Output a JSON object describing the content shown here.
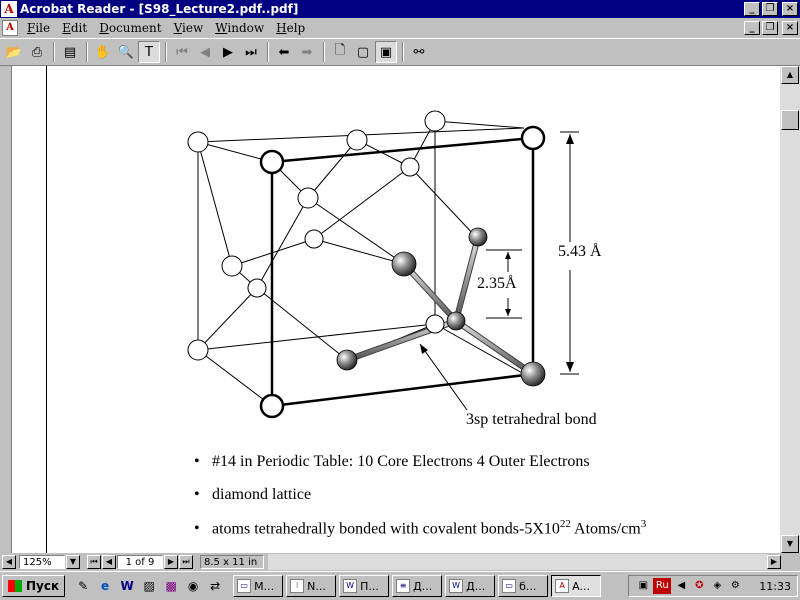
{
  "window": {
    "title": "Acrobat Reader - [S98_Lecture2.pdf..pdf]",
    "app_icon": "acrobat-icon"
  },
  "menu": {
    "items": [
      "File",
      "Edit",
      "Document",
      "View",
      "Window",
      "Help"
    ]
  },
  "toolbar": {
    "icons": [
      "open-icon",
      "print-icon",
      "bookmark-view-icon",
      "hand-tool-icon",
      "zoom-tool-icon",
      "text-select-icon",
      "first-page-icon",
      "previous-page-icon",
      "next-page-icon",
      "last-page-icon",
      "go-back-icon",
      "go-forward-icon",
      "actual-size-icon",
      "fit-page-icon",
      "fit-width-icon",
      "find-icon"
    ]
  },
  "figure": {
    "dimension_label": "5.43 Å",
    "bond_length_label": "2.35Å",
    "bond_caption": "3sp tetrahedral bond"
  },
  "bullets": {
    "b1": "#14 in Periodic Table: 10 Core Electrons 4 Outer Electrons",
    "b2": "diamond lattice",
    "b3_text": "atoms tetrahedrally bonded with covalent bonds-5X10",
    "b3_exp": "22",
    "b3_unit": " Atoms/cm",
    "b3_unit_exp": "3"
  },
  "status": {
    "zoom": "125%",
    "page": "1 of 9",
    "page_size": "8.5 x 11 in"
  },
  "taskbar": {
    "start_label": "Пуск",
    "tasks": [
      {
        "label": "M...",
        "icon": "folder-icon"
      },
      {
        "label": "N...",
        "icon": "traffic-light-icon"
      },
      {
        "label": "П...",
        "icon": "word-icon"
      },
      {
        "label": "Д...",
        "icon": "document-icon"
      },
      {
        "label": "Д...",
        "icon": "word-icon"
      },
      {
        "label": "б...",
        "icon": "folder-icon"
      },
      {
        "label": "A...",
        "icon": "acrobat-icon"
      }
    ],
    "tray_lang": "Ru",
    "clock": "11:33"
  }
}
